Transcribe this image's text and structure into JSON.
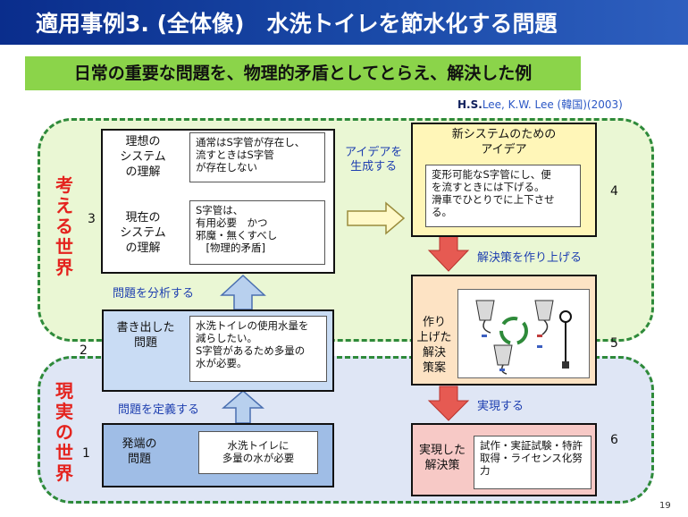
{
  "header": {
    "title": "適用事例3. (全体像)　水洗トイレを節水化する問題"
  },
  "subtitle": "日常の重要な問題を、物理的矛盾としてとらえ、解決した例",
  "credit": {
    "author": "H.S.",
    "rest": "Lee, K.W. Lee (韓国)(2003)"
  },
  "worlds": {
    "think": "考える世界",
    "real": "現実の世界"
  },
  "numbers": {
    "n1": "1",
    "n2": "2",
    "n3": "3",
    "n4": "4",
    "n5": "5",
    "n6": "6"
  },
  "boxes": {
    "ideal_label": "理想の\nシステム\nの理解",
    "ideal_text": "通常はS字管が存在し、\n流すときはS字管\nが存在しない",
    "current_label": "現在の\nシステム\nの理解",
    "current_text": "S字管は、\n有用必要　かつ\n邪魔・無くすべし\n　[物理的矛盾]",
    "written_label": "書き出した\n問題",
    "written_text": "水洗トイレの使用水量を\n減らしたい。\nS字管があるため多量の\n水が必要。",
    "origin_label": "発端の\n問題",
    "origin_text": "水洗トイレに\n多量の水が必要",
    "new_title": "新システムのための\nアイデア",
    "new_text": "変形可能なS字管にし、便\nを流すときには下げる。\n滑車でひとりでに上下させ\nる。",
    "built_label": "作り\n上げた\n解決\n策案",
    "real_label": "実現した\n解決策",
    "real_text": "試作・実証試験・特許\n取得・ライセンス化努\n力"
  },
  "arrows": {
    "generate_idea": "アイデアを\n生成する",
    "build_solution": "解決策を作り上げる",
    "analyze": "問題を分析する",
    "define": "問題を定義する",
    "realize": "実現する"
  },
  "page_number": "19"
}
